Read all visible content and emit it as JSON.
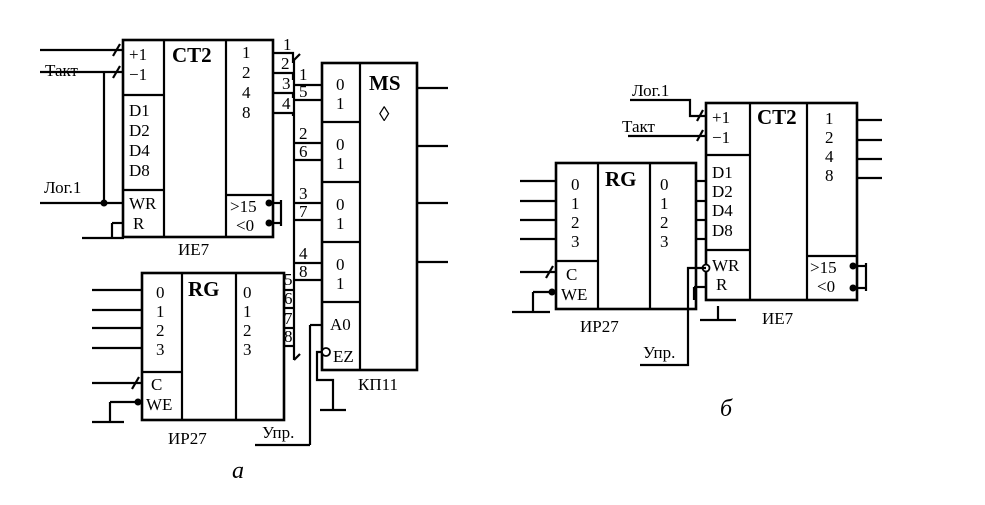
{
  "chips": {
    "ie7": {
      "title": "CT2",
      "name": "ИЕ7",
      "in_labels": [
        "+1",
        "−1",
        "D1",
        "D2",
        "D4",
        "D8",
        "WR",
        "R"
      ],
      "out_labels": [
        "1",
        "2",
        "4",
        "8"
      ],
      "flag_labels": [
        ">15",
        "<0"
      ]
    },
    "ir27": {
      "title": "RG",
      "name": "ИР27",
      "in_labels": [
        "0",
        "1",
        "2",
        "3",
        "C",
        "WE"
      ],
      "out_labels": [
        "0",
        "1",
        "2",
        "3"
      ]
    },
    "kp11": {
      "title": "MS",
      "symbol": "◊",
      "name": "КП11",
      "slot_labels": [
        "0",
        "1",
        "0",
        "1",
        "0",
        "1",
        "0",
        "1"
      ],
      "ctrl_labels": [
        "A0",
        "EZ"
      ]
    }
  },
  "signals": {
    "takt": "Такт",
    "log1": "Лог.1",
    "upr": "Упр."
  },
  "bus_numbers": [
    "1",
    "2",
    "3",
    "4",
    "5",
    "6",
    "7",
    "8"
  ],
  "captions": {
    "a": "а",
    "b": "б"
  }
}
